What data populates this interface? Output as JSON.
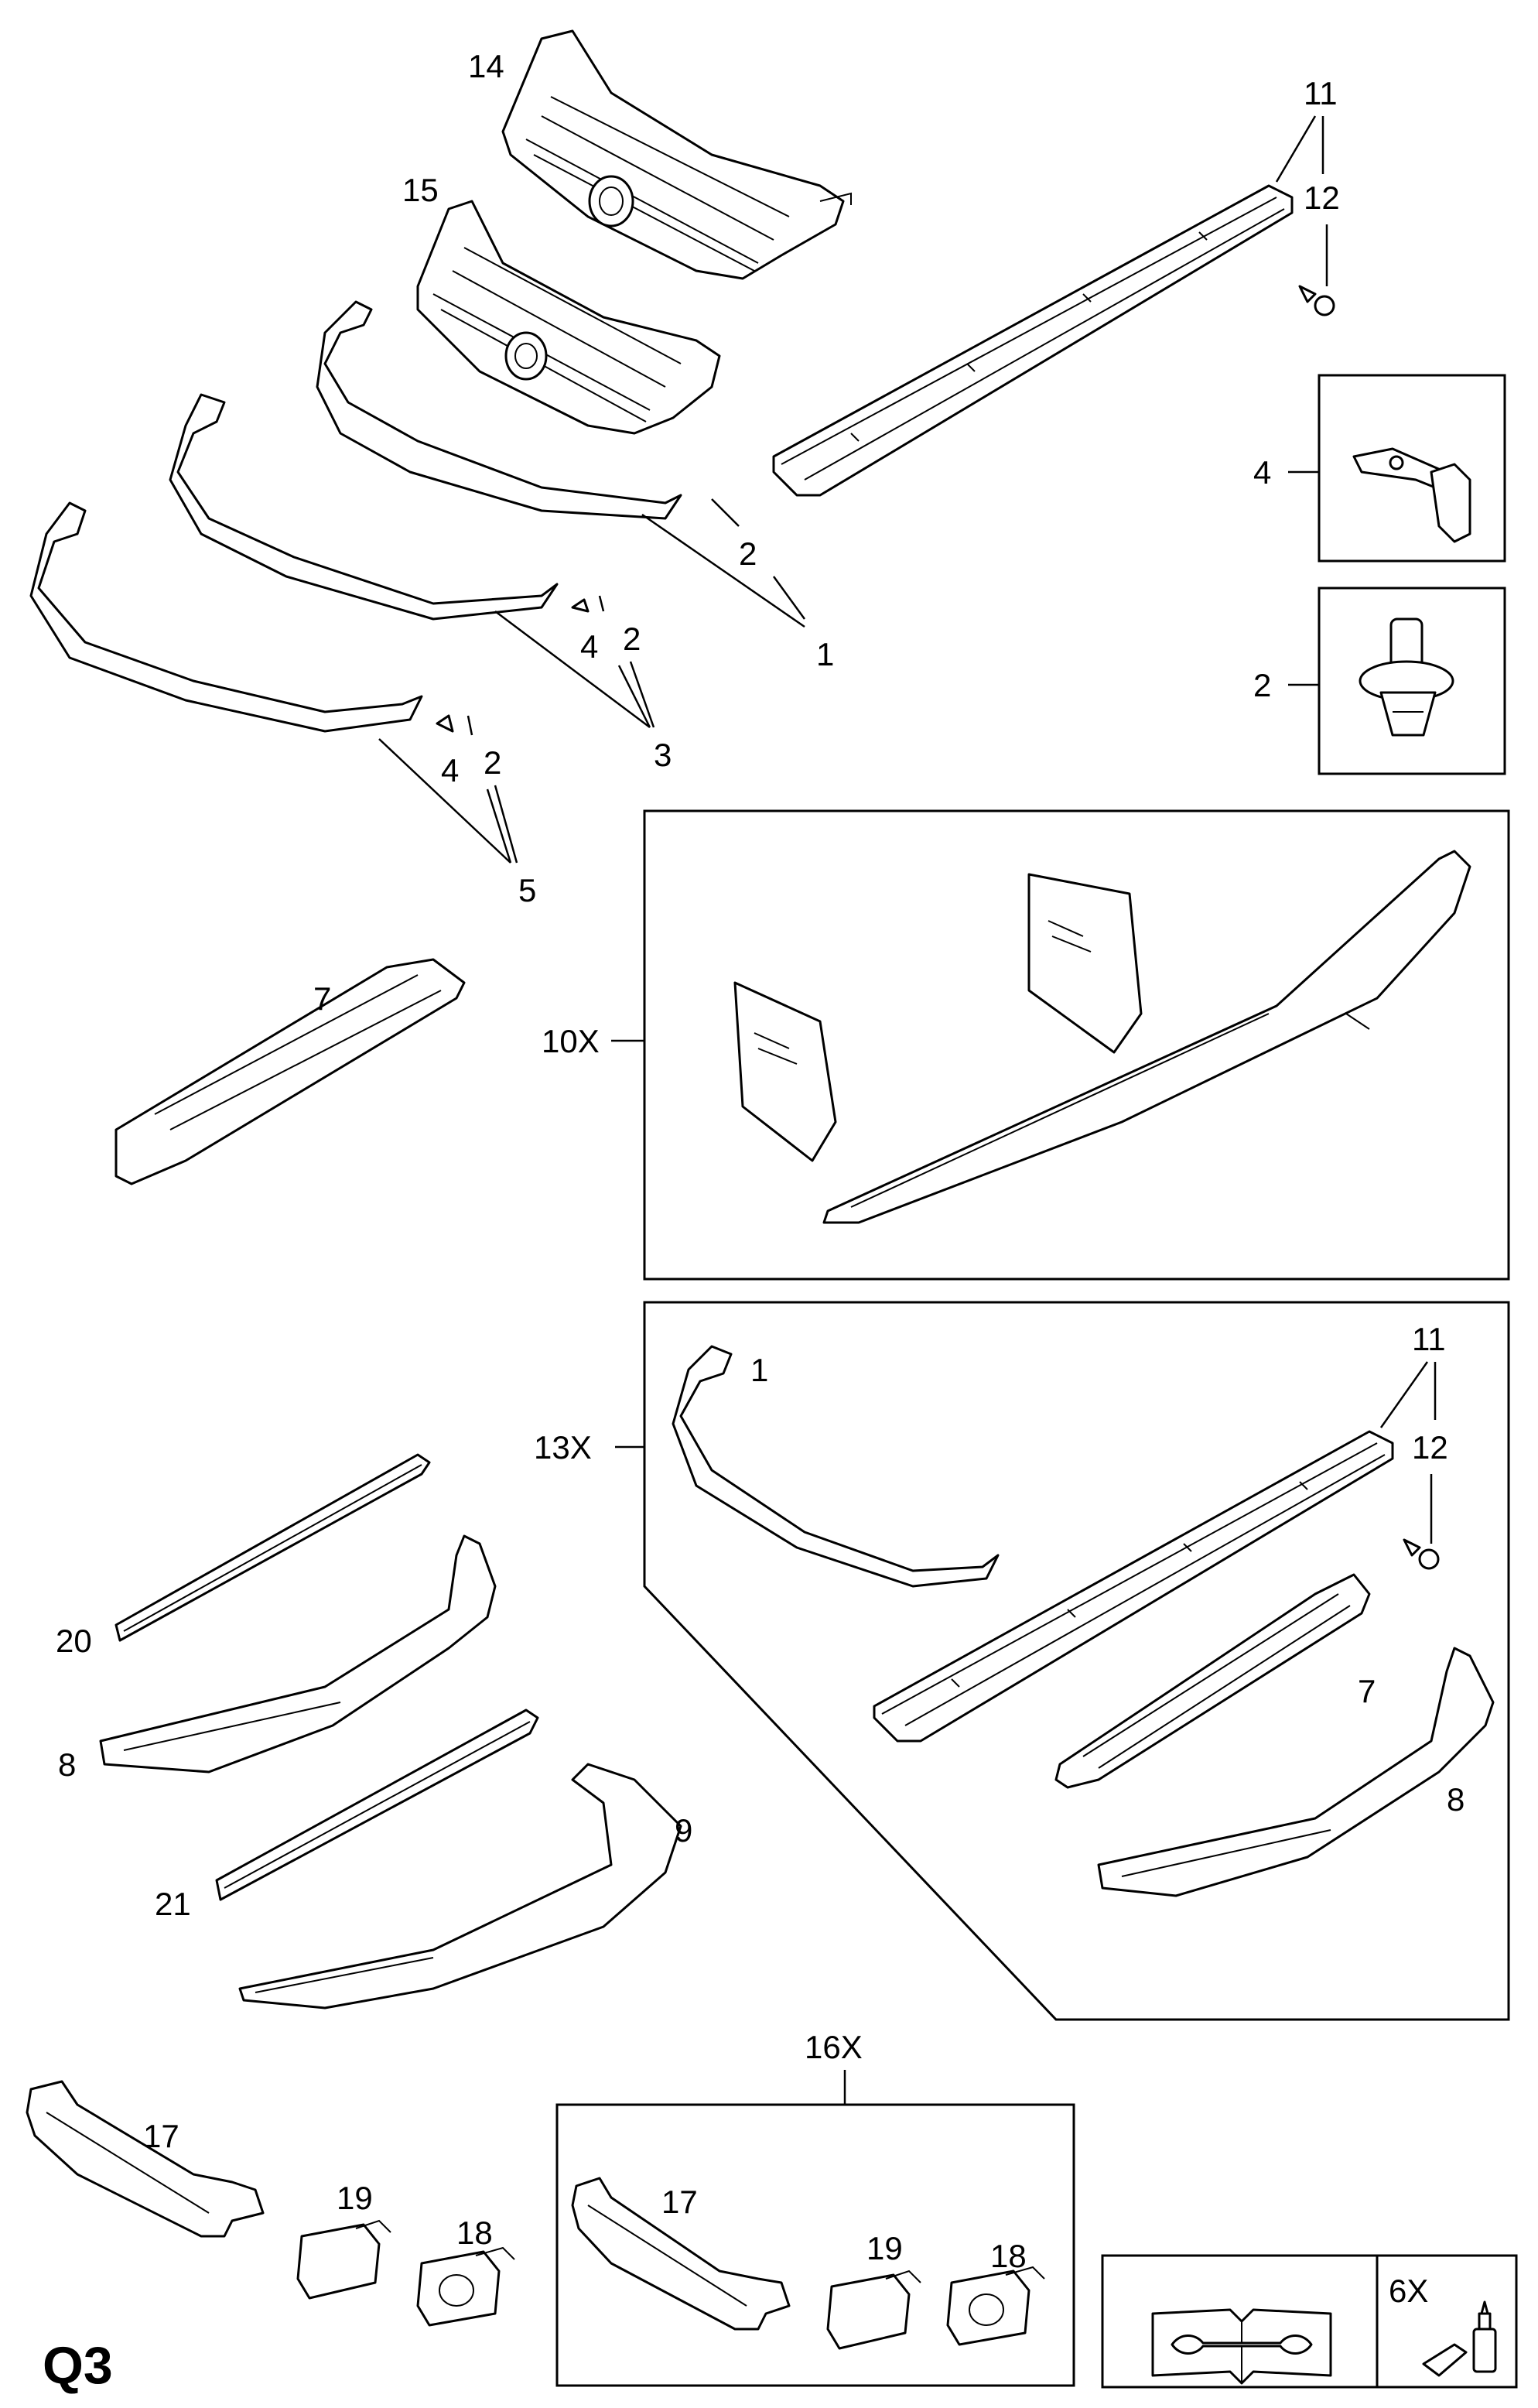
{
  "diagram": {
    "page_code": "Q3",
    "callouts": {
      "n14": "14",
      "n15": "15",
      "n11a": "11",
      "n12a": "12",
      "n4a": "4",
      "n2a": "2",
      "n2b": "2",
      "n1a": "1",
      "n4b": "4",
      "n2c": "2",
      "n3": "3",
      "n4c": "4",
      "n2d": "2",
      "n5": "5",
      "n7a": "7",
      "n10x": "10X",
      "n13x": "13X",
      "n1b": "1",
      "n11b": "11",
      "n12b": "12",
      "n7b": "7",
      "n8b": "8",
      "n20": "20",
      "n8a": "8",
      "n9": "9",
      "n21": "21",
      "n16x": "16X",
      "n17a": "17",
      "n19a": "19",
      "n18a": "18",
      "n17b": "17",
      "n19b": "19",
      "n18b": "18",
      "n6x": "6X"
    },
    "icons": {
      "manual": "service-manual-icon",
      "adhesive": "adhesive-bottle-icon"
    }
  }
}
